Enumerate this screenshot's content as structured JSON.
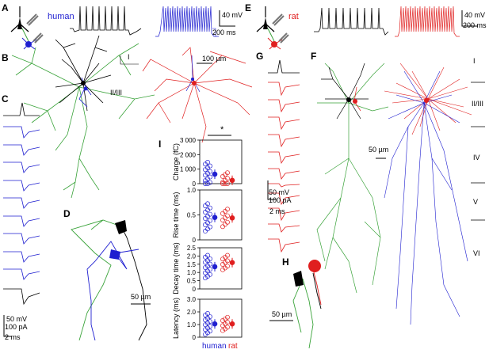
{
  "panels": {
    "A": "A",
    "B": "B",
    "C": "C",
    "D": "D",
    "E": "E",
    "F": "F",
    "G": "G",
    "H": "H",
    "I": "I"
  },
  "species": {
    "human": "human",
    "rat": "rat"
  },
  "colors": {
    "human": "#1f1fd0",
    "rat": "#e01f1f",
    "green": "#3aa33a",
    "black": "#000000"
  },
  "scale": {
    "a_mv": "40 mV",
    "a_ms": "200 ms",
    "e_mv": "40 mV",
    "e_ms": "200 ms",
    "b_um": "100 µm",
    "c_mv": "50 mV",
    "c_pa": "100 pA",
    "c_ms": "2 ms",
    "g_mv": "50 mV",
    "g_pa": "100 pA",
    "g_ms": "2 ms",
    "f_um": "50 µm",
    "d_um": "50 µm",
    "h_um": "50 µm"
  },
  "layers_b": [
    "I",
    "II/III"
  ],
  "layers_f": [
    "I",
    "II/III",
    "IV",
    "V",
    "VI"
  ],
  "significance": "*",
  "chart_data": [
    {
      "type": "scatter",
      "title": "",
      "ylabel": "Charge (fC)",
      "ylim": [
        0,
        3000
      ],
      "ticks": [
        "0",
        "1 000",
        "2 000",
        "3 000"
      ],
      "categories": [
        "human",
        "rat"
      ],
      "series": [
        {
          "name": "human",
          "mean": 650
        },
        {
          "name": "rat",
          "mean": 230
        }
      ]
    },
    {
      "type": "scatter",
      "title": "",
      "ylabel": "Rise time (ms)",
      "ylim": [
        0,
        1.0
      ],
      "ticks": [
        "0",
        "0.5",
        "1.0"
      ],
      "categories": [
        "human",
        "rat"
      ],
      "series": [
        {
          "name": "human",
          "mean": 0.45
        },
        {
          "name": "rat",
          "mean": 0.44
        }
      ]
    },
    {
      "type": "scatter",
      "title": "",
      "ylabel": "Decay time (ms)",
      "ylim": [
        0,
        2.5
      ],
      "ticks": [
        "0",
        "0.5",
        "1.0",
        "1.5",
        "2.0",
        "2.5"
      ],
      "categories": [
        "human",
        "rat"
      ],
      "series": [
        {
          "name": "human",
          "mean": 1.35
        },
        {
          "name": "rat",
          "mean": 1.6
        }
      ]
    },
    {
      "type": "scatter",
      "title": "",
      "ylabel": "Latency (ms)",
      "ylim": [
        0,
        3.0
      ],
      "ticks": [
        "0",
        "1.0",
        "2.0",
        "3.0"
      ],
      "categories": [
        "human",
        "rat"
      ],
      "series": [
        {
          "name": "human",
          "mean": 1.05
        },
        {
          "name": "rat",
          "mean": 1.05
        }
      ]
    }
  ],
  "xlabels": {
    "human": "human",
    "rat": "rat"
  }
}
